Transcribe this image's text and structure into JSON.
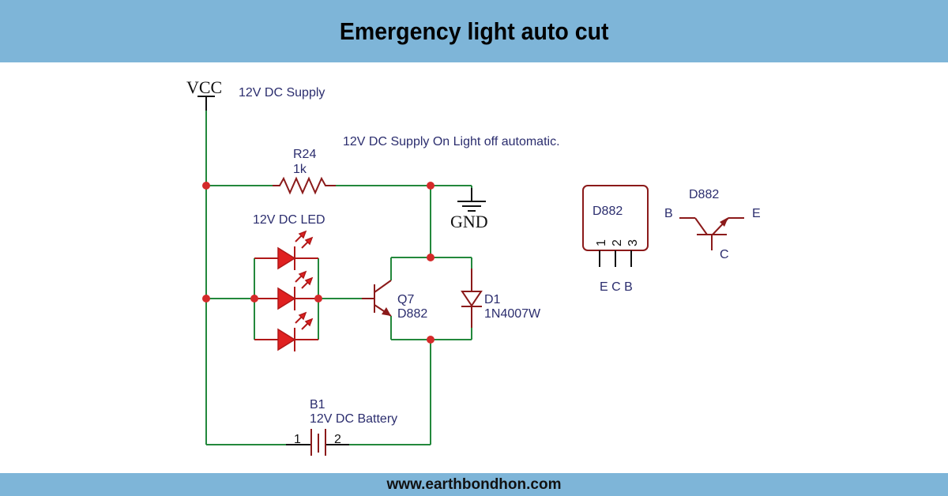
{
  "header": {
    "title": "Emergency light auto cut"
  },
  "footer": {
    "url": "www.earthbondhon.com"
  },
  "colors": {
    "banner": "#7eb5d8",
    "wire": "#23883c",
    "component": "#8b1a1a",
    "node": "#d42a2a",
    "led": "#e02020",
    "label": "#2b2d6e"
  },
  "schematic": {
    "vcc": {
      "label": "VCC",
      "note": "12V DC Supply"
    },
    "description": "12V DC Supply On Light off automatic.",
    "resistor": {
      "ref": "R24",
      "value": "1k"
    },
    "gnd": {
      "label": "GND"
    },
    "leds": {
      "label": "12V DC LED",
      "count": 3
    },
    "transistor": {
      "ref": "Q7",
      "part": "D882"
    },
    "diode": {
      "ref": "D1",
      "part": "1N4007W"
    },
    "battery": {
      "ref": "B1",
      "value": "12V DC Battery",
      "pin1": "1",
      "pin2": "2"
    }
  },
  "pinout": {
    "package": {
      "part": "D882",
      "pins": [
        "1",
        "2",
        "3"
      ],
      "pin_names": "E C B"
    },
    "symbol": {
      "part": "D882",
      "base": "B",
      "emitter": "E",
      "collector": "C"
    }
  }
}
